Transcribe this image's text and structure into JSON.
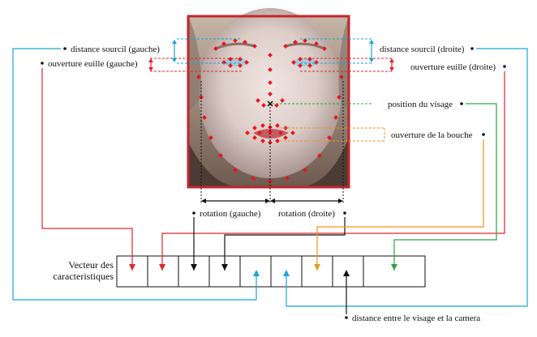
{
  "labels": {
    "brow_left": "distance sourcil (gauche)",
    "brow_right": "distance sourcil (droite)",
    "eye_left": "ouverture euille (gauche)",
    "eye_right": "ouverture euille (droite)",
    "face_position": "position du visage",
    "mouth": "ouverture de la bouche",
    "rot_left": "rotation (gauche)",
    "rot_right": "rotation (droite)",
    "camera_distance": "distance entre le visage et la camera"
  },
  "vector": {
    "title_line1": "Vecteur des",
    "title_line2": "caracteristiques",
    "cell_count": 10
  },
  "colors": {
    "eyebrow": "#1aa3dc",
    "eye": "#e0262d",
    "rotation": "#111111",
    "position": "#2ea24a",
    "mouth": "#f0961f",
    "landmark": "#e8141c",
    "photo_border": "#c0272d"
  }
}
